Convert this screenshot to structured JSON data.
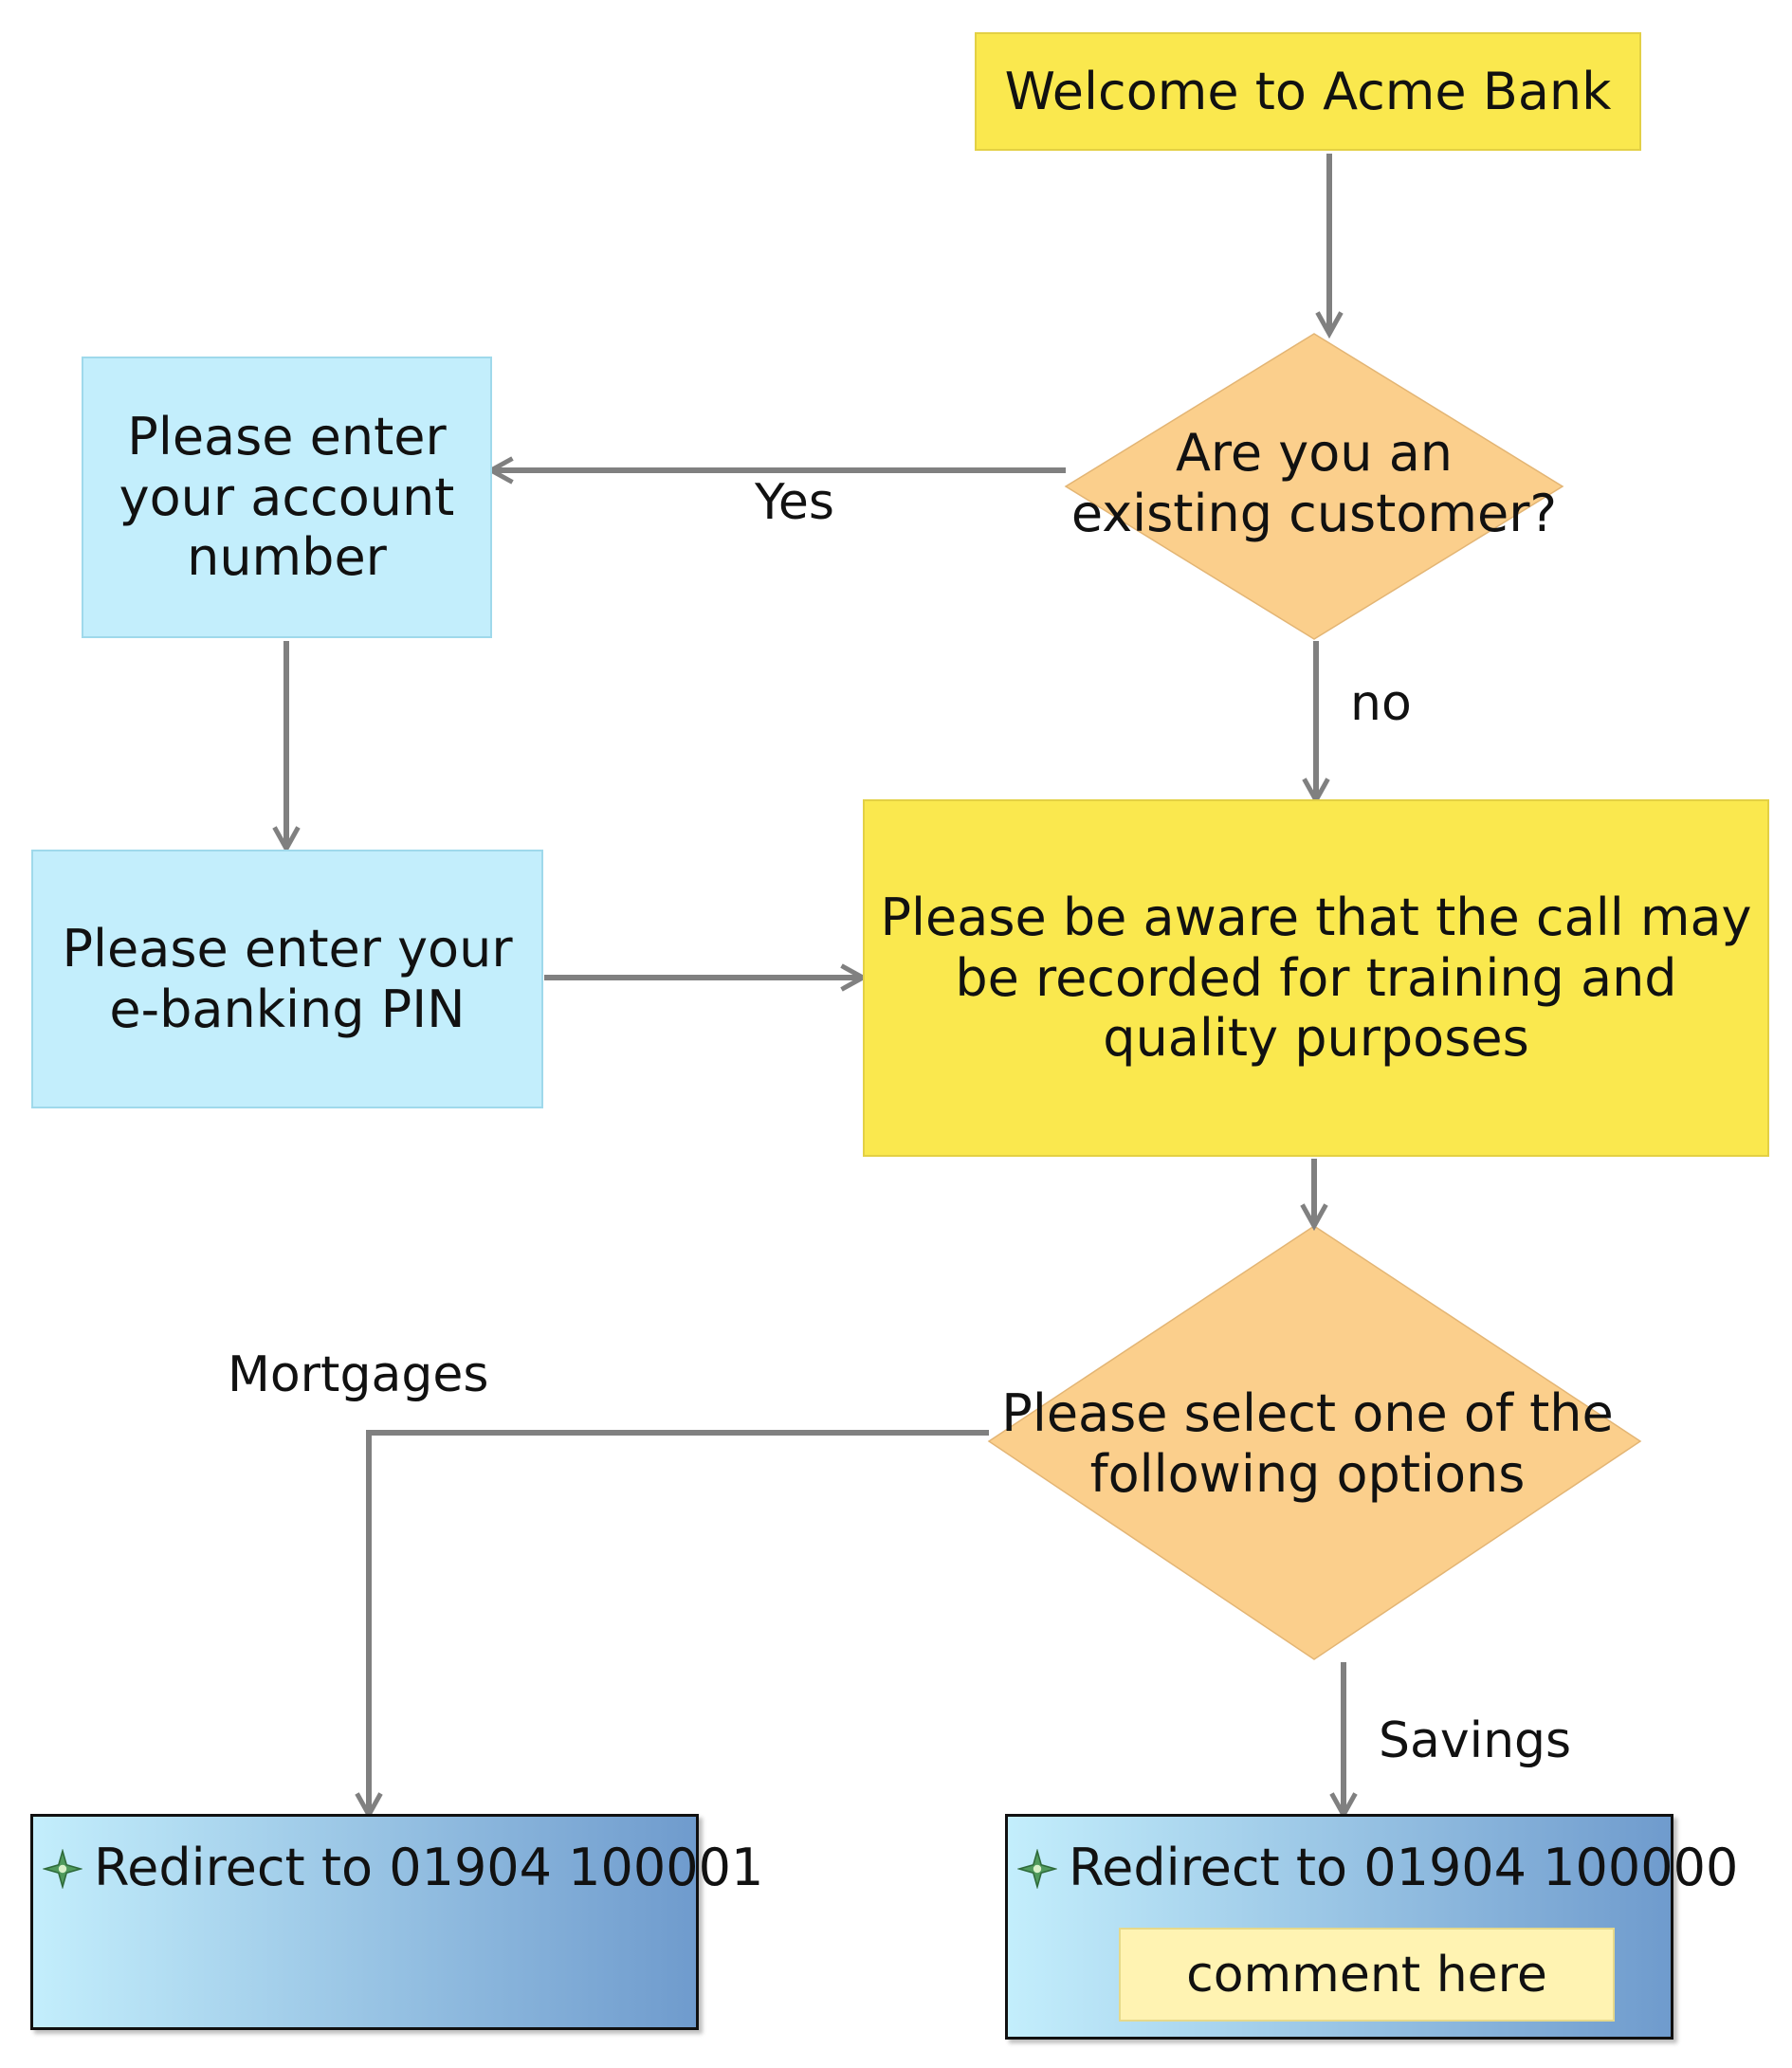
{
  "start": {
    "text": "Welcome to Acme Bank"
  },
  "decision_existing": {
    "line1": "Are you an",
    "line2": "existing customer?"
  },
  "account_box": {
    "line1": "Please enter",
    "line2": "your account",
    "line3": "number"
  },
  "pin_box": {
    "line1": "Please enter your",
    "line2": "e-banking PIN"
  },
  "notice_box": {
    "line1": "Please be aware that the call may",
    "line2": "be recorded for training and",
    "line3": "quality purposes"
  },
  "decision_options": {
    "line1": "Please select one of the",
    "line2": "following options"
  },
  "edge_labels": {
    "yes": "Yes",
    "no": "no",
    "mortgages": "Mortgages",
    "savings": "Savings"
  },
  "redirect_mortgages": {
    "text": "Redirect to 01904 100001",
    "icon": "diamond-star-icon"
  },
  "redirect_savings": {
    "text": "Redirect to 01904 100000",
    "icon": "diamond-star-icon",
    "comment": "comment here"
  },
  "colors": {
    "process_yellow": "#fae84e",
    "process_cyan": "#c3eefc",
    "decision_orange": "#fbcf8c",
    "edge_gray": "#808080",
    "comment_yellow": "#fff3b2"
  }
}
